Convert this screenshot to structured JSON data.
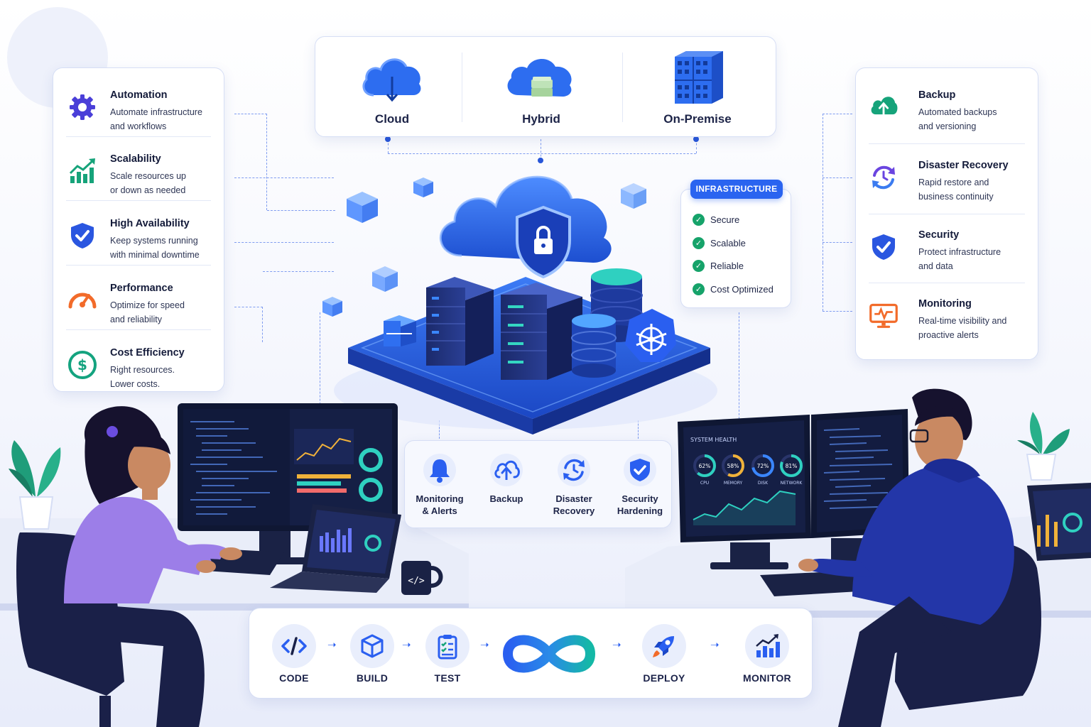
{
  "features_left": [
    {
      "title": "Automation",
      "desc1": "Automate infrastructure",
      "desc2": "and workflows",
      "icon": "gear-icon",
      "color": "#4a3fd8"
    },
    {
      "title": "Scalability",
      "desc1": "Scale resources up",
      "desc2": "or down as needed",
      "icon": "growth-chart-icon",
      "color": "#16a37a"
    },
    {
      "title": "High Availability",
      "desc1": "Keep systems running",
      "desc2": "with minimal downtime",
      "icon": "shield-check-icon",
      "color": "#2a56e0"
    },
    {
      "title": "Performance",
      "desc1": "Optimize for speed",
      "desc2": "and reliability",
      "icon": "gauge-icon",
      "color": "#f26b2a"
    },
    {
      "title": "Cost Efficiency",
      "desc1": "Right resources.",
      "desc2": "Lower costs.",
      "icon": "dollar-icon",
      "color": "#14a37f"
    }
  ],
  "deployment_models": [
    {
      "label": "Cloud",
      "icon": "cloud-download-icon"
    },
    {
      "label": "Hybrid",
      "icon": "hybrid-cloud-icon"
    },
    {
      "label": "On-Premise",
      "icon": "server-rack-icon"
    }
  ],
  "features_right": [
    {
      "title": "Backup",
      "desc1": "Automated backups",
      "desc2": "and versioning",
      "icon": "cloud-upload-icon",
      "color": "#16a37a"
    },
    {
      "title": "Disaster Recovery",
      "desc1": "Rapid restore and",
      "desc2": "business continuity",
      "icon": "recovery-cycle-icon",
      "color": "#6a45e0"
    },
    {
      "title": "Security",
      "desc1": "Protect infrastructure",
      "desc2": "and data",
      "icon": "shield-check-icon",
      "color": "#2a56e0"
    },
    {
      "title": "Monitoring",
      "desc1": "Real-time visibility and",
      "desc2": "proactive alerts",
      "icon": "monitor-pulse-icon",
      "color": "#f26b2a"
    }
  ],
  "infrastructure": {
    "badge": "INFRASTRUCTURE",
    "items": [
      "Secure",
      "Scalable",
      "Reliable",
      "Cost Optimized"
    ]
  },
  "operations": [
    {
      "line1": "Monitoring",
      "line2": "& Alerts",
      "icon": "bell-icon"
    },
    {
      "line1": "Backup",
      "line2": "",
      "icon": "cloud-upload-icon"
    },
    {
      "line1": "Disaster",
      "line2": "Recovery",
      "icon": "recovery-cycle-icon"
    },
    {
      "line1": "Security",
      "line2": "Hardening",
      "icon": "shield-check-icon"
    }
  ],
  "pipeline": [
    {
      "label": "CODE",
      "icon": "code-brackets-icon"
    },
    {
      "label": "BUILD",
      "icon": "package-box-icon"
    },
    {
      "label": "TEST",
      "icon": "clipboard-checklist-icon"
    },
    {
      "label": "DEPLOY",
      "icon": "rocket-icon"
    },
    {
      "label": "MONITOR",
      "icon": "bar-chart-icon"
    }
  ],
  "monitor_right": {
    "header": "SYSTEM HEALTH",
    "gauges": [
      {
        "value": "62%",
        "label": "CPU",
        "pct": 0.62
      },
      {
        "value": "58%",
        "label": "MEMORY",
        "pct": 0.58
      },
      {
        "value": "72%",
        "label": "DISK",
        "pct": 0.72
      },
      {
        "value": "81%",
        "label": "NETWORK",
        "pct": 0.81
      }
    ]
  },
  "mug_text": "</>",
  "colors": {
    "accent": "#2a64f0",
    "dark_navy": "#1a2148",
    "teal": "#14b8a6"
  }
}
